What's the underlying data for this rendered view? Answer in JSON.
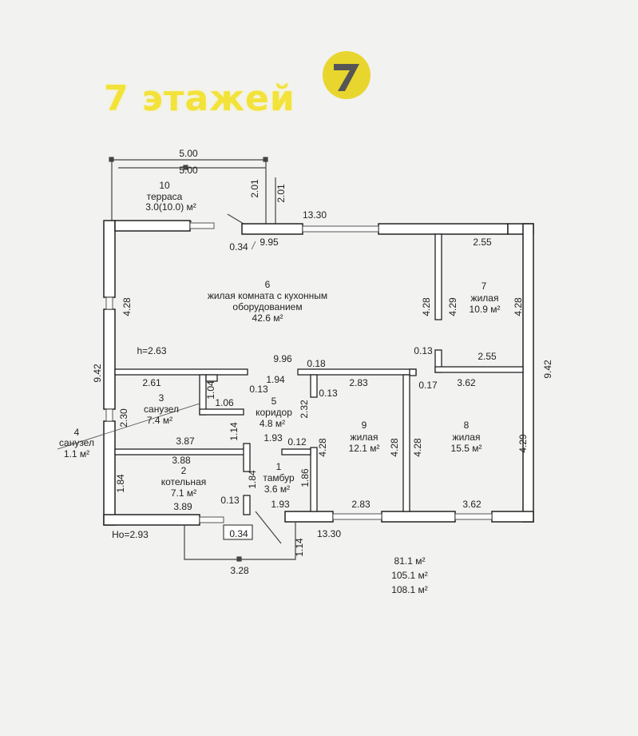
{
  "brand": {
    "title": "7 этажей",
    "logo_digit": "7",
    "color": "#f2e23a",
    "logo_color": "#e8d62e"
  },
  "rooms": [
    {
      "id": "10",
      "name": "терраса",
      "area": "3.0(10.0) м²"
    },
    {
      "id": "6",
      "name_line1": "жилая комната с кухонным",
      "name_line2": "оборудованием",
      "area": "42.6 м²"
    },
    {
      "id": "7",
      "name": "жилая",
      "area": "10.9 м²"
    },
    {
      "id": "3",
      "name": "санузел",
      "area": "7.4 м²"
    },
    {
      "id": "4",
      "name": "санузел",
      "area": "1.1 м²"
    },
    {
      "id": "5",
      "name": "коридор",
      "area": "4.8 м²"
    },
    {
      "id": "9",
      "name": "жилая",
      "area": "12.1 м²"
    },
    {
      "id": "8",
      "name": "жилая",
      "area": "15.5 м²"
    },
    {
      "id": "2",
      "name": "котельная",
      "area": "7.1 м²"
    },
    {
      "id": "1",
      "name": "тамбур",
      "area": "3.6 м²"
    }
  ],
  "dimensions": {
    "terrace_width_top": "5.00",
    "terrace_width_inner": "5.00",
    "terrace_depth_a": "2.01",
    "terrace_depth_b": "2.01",
    "top_overall": "13.30",
    "bottom_overall": "13.30",
    "small_034_top": "0.34",
    "room6_width": "9.95",
    "room7_width_top": "2.55",
    "room6_height_left": "4.28",
    "room6_height_right": "4.28",
    "room7_height_a": "4.29",
    "room7_height_b": "4.28",
    "ceiling_height": "h=2.63",
    "room6_width_bottom": "9.96",
    "wall_013_a": "0.13",
    "room7_width_bottom": "2.55",
    "overall_height_left": "9.42",
    "overall_height_right": "9.42",
    "sanuzel_width": "2.61",
    "sanuzel4_height": "1.04",
    "corridor_width": "1.94",
    "wall_013_b": "0.13",
    "sanuzel4_width": "1.06",
    "wall_018": "0.18",
    "room9_width_top": "2.83",
    "wall_017": "0.17",
    "room8_width_top": "3.62",
    "sanuzel_height": "2.30",
    "corridor_height": "2.32",
    "wall_013_c": "0.13",
    "wall_114": "1.14",
    "boiler_width_top": "3.87",
    "tambur_width_top": "1.93",
    "wall_012": "0.12",
    "room9_height_a": "4.28",
    "room9_height_b": "4.28",
    "room8_height_a": "4.28",
    "room8_height_b": "4.29",
    "boiler_width": "3.88",
    "boiler_height": "1.84",
    "tambur_height_a": "1.84",
    "tambur_height_b": "1.86",
    "boiler_width_bottom": "3.89",
    "wall_013_d": "0.13",
    "tambur_width_bottom": "1.93",
    "room9_width_bottom": "2.83",
    "room8_width_bottom": "3.62",
    "outer_height": "Ho=2.93",
    "porch_034": "0.34",
    "porch_depth": "1.14",
    "porch_width": "3.28"
  },
  "totals": {
    "line1": "81.1 м²",
    "line2": "105.1 м²",
    "line3": "108.1 м²"
  }
}
